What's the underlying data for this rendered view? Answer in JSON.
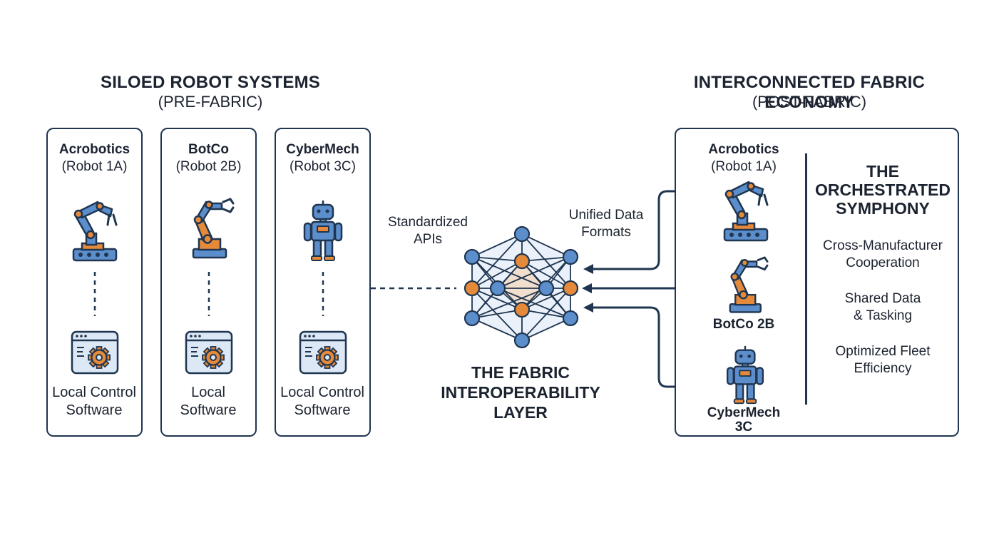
{
  "left_section": {
    "title": "SILOED ROBOT SYSTEMS",
    "subtitle": "(PRE-FABRIC)",
    "columns": [
      {
        "name": "Acrobotics",
        "model": "(Robot 1A)",
        "software_line1": "Local Control",
        "software_line2": "Software"
      },
      {
        "name": "BotCo",
        "model": "(Robot 2B)",
        "software_line1": "Local",
        "software_line2": "Software"
      },
      {
        "name": "CyberMech",
        "model": "(Robot 3C)",
        "software_line1": "Local Control",
        "software_line2": "Software"
      }
    ]
  },
  "center": {
    "label_left_line1": "Standardized",
    "label_left_line2": "APIs",
    "label_right_line1": "Unified Data",
    "label_right_line2": "Formats",
    "title_line1": "THE FABRIC",
    "title_line2": "INTEROPERABILITY",
    "title_line3": "LAYER"
  },
  "right_section": {
    "title": "INTERCONNECTED FABRIC ECONOMY",
    "subtitle": "(POST-FABRIC)",
    "robots": {
      "r1_name": "Acrobotics",
      "r1_model": "(Robot 1A)",
      "r2_label": "BotCo 2B",
      "r3_line1": "CyberMech",
      "r3_line2": "3C"
    },
    "symphony": {
      "title_line1": "THE",
      "title_line2": "ORCHESTRATED",
      "title_line3": "SYMPHONY",
      "items": [
        {
          "line1": "Cross-Manufacturer",
          "line2": "Cooperation"
        },
        {
          "line1": "Shared Data",
          "line2": "& Tasking"
        },
        {
          "line1": "Optimized Fleet",
          "line2": "Efficiency"
        }
      ]
    }
  },
  "colors": {
    "navy": "#1f3550",
    "robot_blue": "#5b8ecb",
    "accent_orange": "#e58a3a",
    "panel_light_blue": "#dce8f6"
  }
}
